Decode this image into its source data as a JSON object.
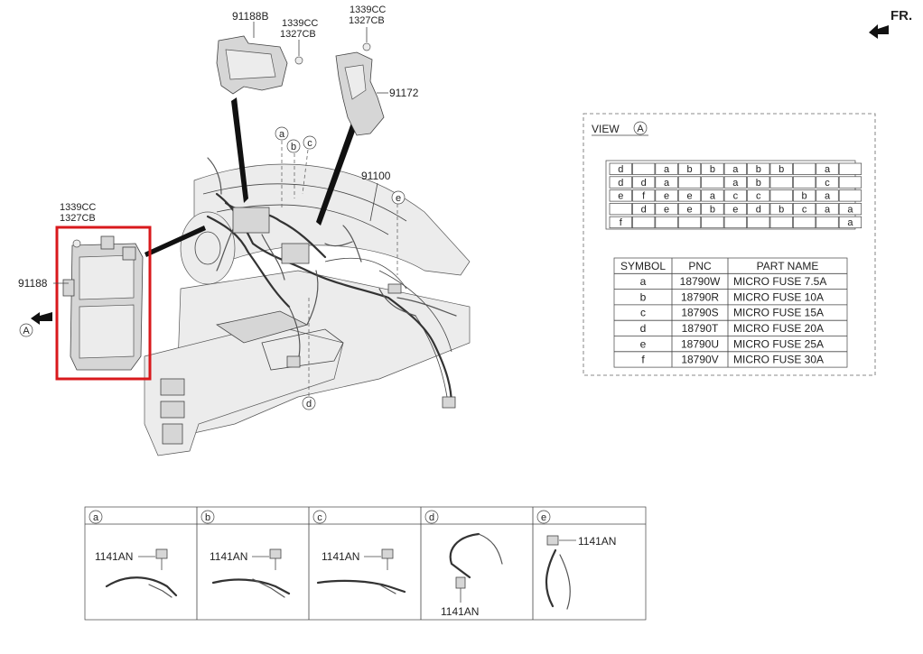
{
  "orientation": {
    "label": "FR."
  },
  "parts": {
    "p91188B": "91188B",
    "p91172": "91172",
    "p91100": "91100",
    "p91188": "91188",
    "screw_top_left": [
      "1339CC",
      "1327CB"
    ],
    "screw_top_right": [
      "1339CC",
      "1327CB"
    ],
    "screw_module": [
      "1339CC",
      "1327CB"
    ]
  },
  "view_marker": "A",
  "callouts": [
    "a",
    "b",
    "c",
    "d",
    "e"
  ],
  "view_panel": {
    "title": "VIEW",
    "marker": "A",
    "fuse_rows": [
      [
        "d",
        "",
        "a",
        "b",
        "b",
        "a",
        "b",
        "b",
        "",
        "a",
        ""
      ],
      [
        "d",
        "d",
        "a",
        "",
        "",
        "a",
        "b",
        "",
        "",
        "c",
        ""
      ],
      [
        "e",
        "f",
        "e",
        "e",
        "a",
        "c",
        "c",
        "",
        "b",
        "a",
        ""
      ],
      [
        "",
        "d",
        "e",
        "e",
        "b",
        "e",
        "d",
        "b",
        "c",
        "a",
        "a"
      ],
      [
        "f",
        "",
        "",
        "",
        "",
        "",
        "",
        "",
        "",
        "",
        "a"
      ]
    ],
    "table": {
      "headers": [
        "SYMBOL",
        "PNC",
        "PART NAME"
      ],
      "rows": [
        [
          "a",
          "18790W",
          "MICRO FUSE 7.5A"
        ],
        [
          "b",
          "18790R",
          "MICRO FUSE 10A"
        ],
        [
          "c",
          "18790S",
          "MICRO FUSE 15A"
        ],
        [
          "d",
          "18790T",
          "MICRO FUSE 20A"
        ],
        [
          "e",
          "18790U",
          "MICRO FUSE 25A"
        ],
        [
          "f",
          "18790V",
          "MICRO FUSE 30A"
        ]
      ]
    }
  },
  "details": [
    {
      "letter": "a",
      "part": "1141AN"
    },
    {
      "letter": "b",
      "part": "1141AN"
    },
    {
      "letter": "c",
      "part": "1141AN"
    },
    {
      "letter": "d",
      "part": "1141AN"
    },
    {
      "letter": "e",
      "part": "1141AN"
    }
  ],
  "colors": {
    "highlight": "#d9191c",
    "line": "#444444"
  }
}
